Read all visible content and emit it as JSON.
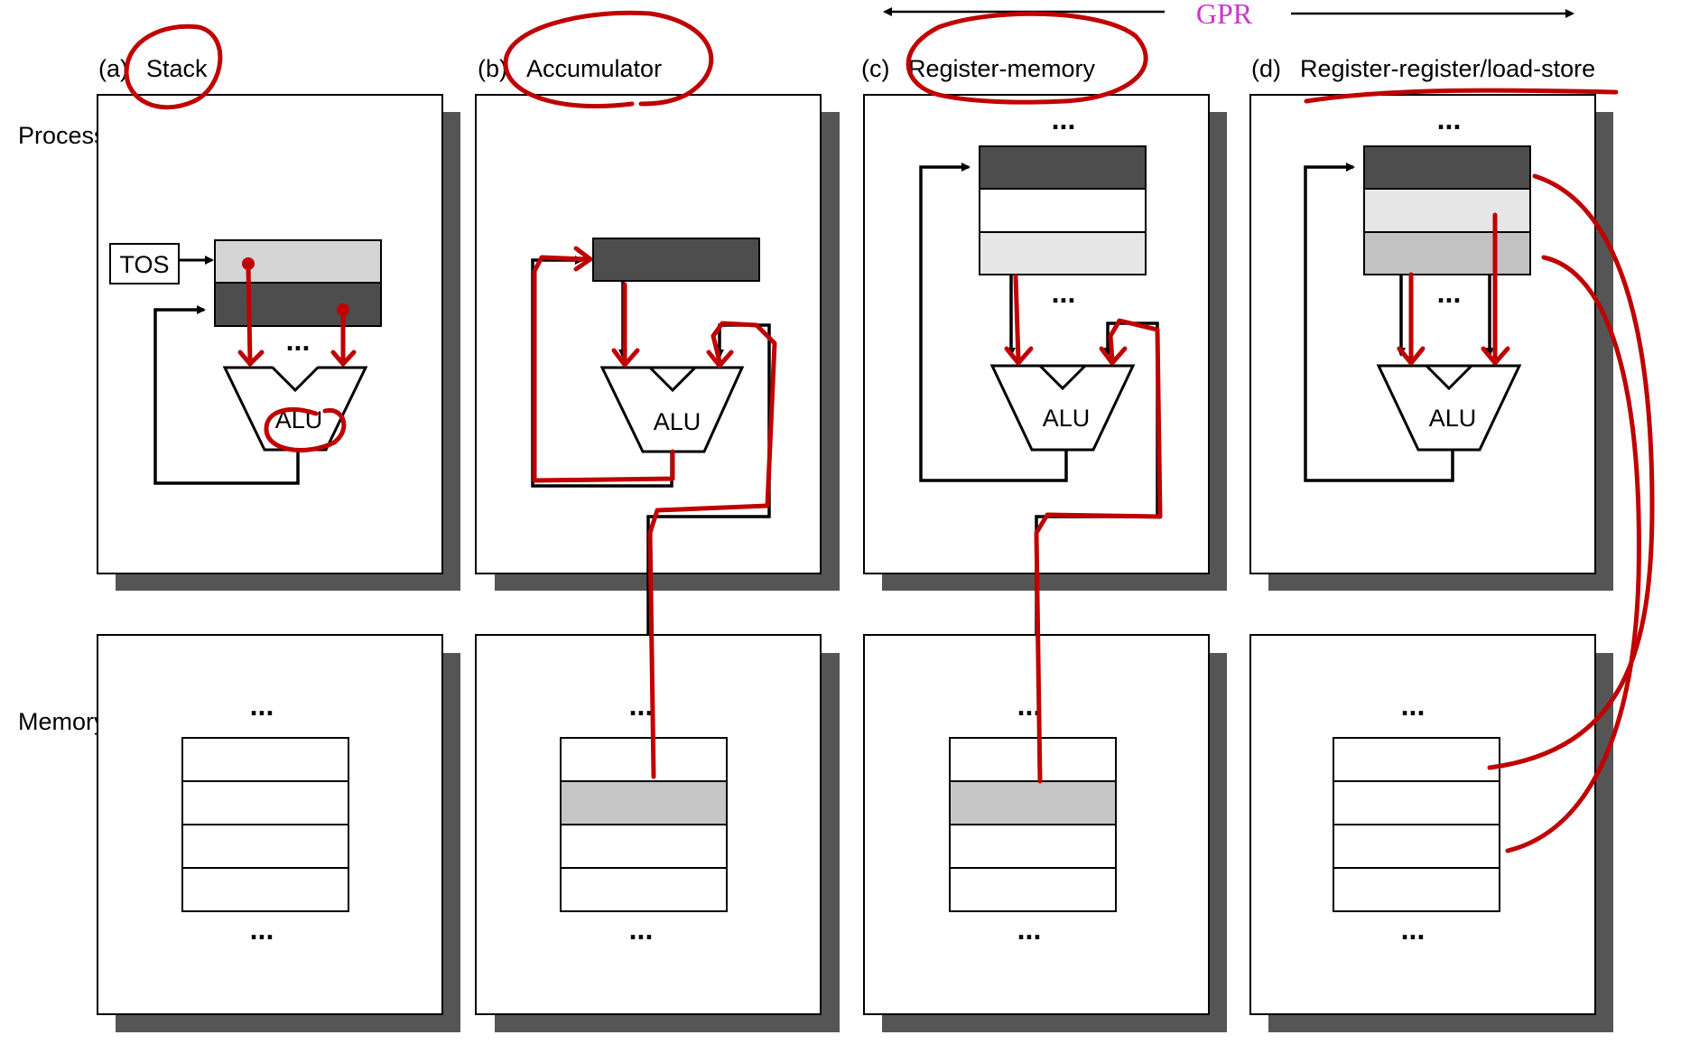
{
  "banner": {
    "label": "GPR"
  },
  "row_labels": {
    "processor": "Processor",
    "memory": "Memory"
  },
  "panels": [
    {
      "tag": "(a)",
      "title": "Stack"
    },
    {
      "tag": "(b)",
      "title": "Accumulator"
    },
    {
      "tag": "(c)",
      "title": "Register-memory"
    },
    {
      "tag": "(d)",
      "title": "Register-register/load-store"
    }
  ],
  "tos_label": "TOS",
  "alu_label": "ALU",
  "ellipsis": "...",
  "colors": {
    "dark_register": "#4d4d4d",
    "light_register": "#d4d4d4",
    "lighter_register": "#e6e6e6",
    "mid_register": "#c2c2c2",
    "highlight_cell": "#c6c6c6",
    "shadow": "#555555",
    "annotation_red": "#c00000",
    "gpr_magenta": "#cc33cc"
  }
}
